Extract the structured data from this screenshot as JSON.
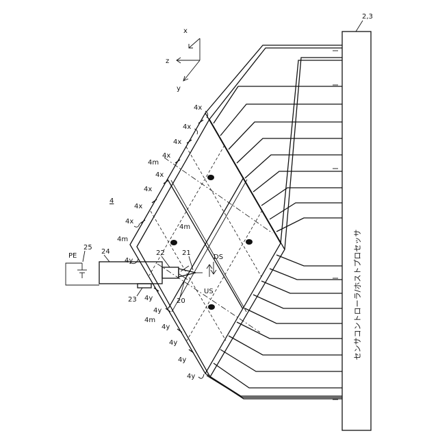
{
  "controller": {
    "name": "センサコントローラ/ホストプロセッサ",
    "ref": "2,3"
  },
  "axes": {
    "x": "x",
    "y": "y",
    "z": "z"
  },
  "sensor_ref": "4",
  "electrode_labels": {
    "x_electrode": "4x",
    "y_electrode": "4y",
    "m_electrode": "4m"
  },
  "pen": {
    "pe": "PE",
    "battery": "25",
    "body": "24",
    "core": "22",
    "tip": "20",
    "tip_electrode": "21",
    "side_switch": "23"
  },
  "signals": {
    "uplink": "US",
    "downlink": "DS"
  }
}
